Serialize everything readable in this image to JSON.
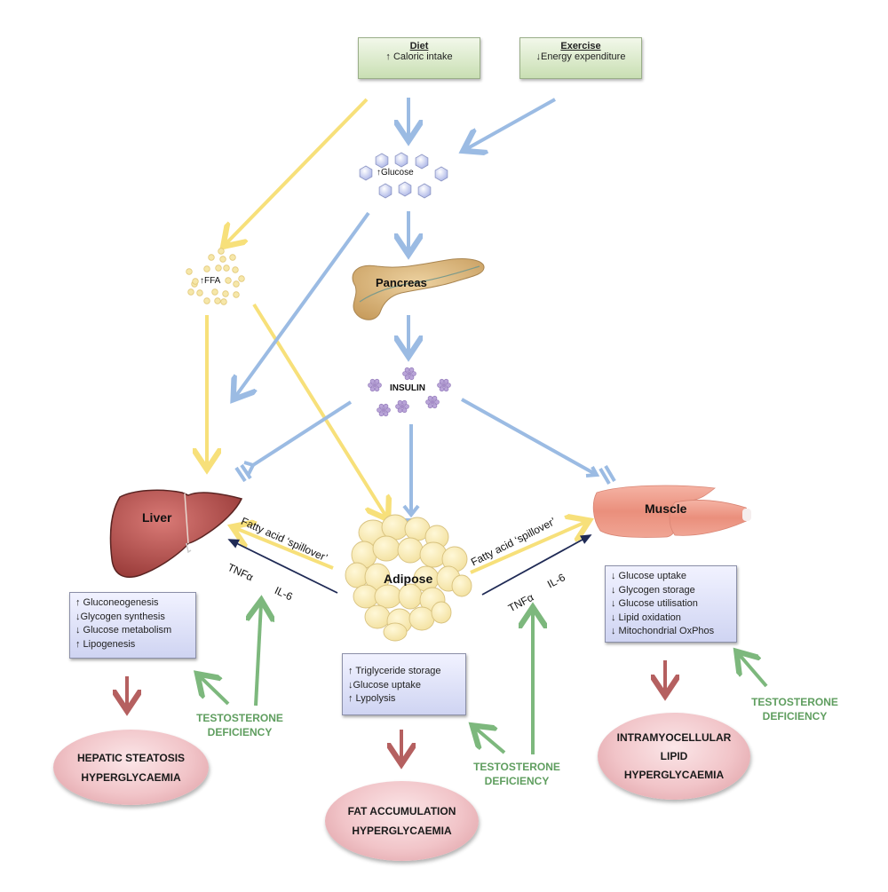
{
  "inputs": {
    "diet": {
      "title": "Diet",
      "text": "↑ Caloric intake"
    },
    "exercise": {
      "title": "Exercise",
      "text": "↓Energy expenditure"
    }
  },
  "molecules": {
    "glucose": "↑Glucose",
    "ffa": "↑FFA",
    "insulin": "INSULIN"
  },
  "organs": {
    "pancreas": "Pancreas",
    "liver": "Liver",
    "adipose": "Adipose",
    "muscle": "Muscle"
  },
  "flows": {
    "spillover_left": "Fatty acid ‘spillover’",
    "spillover_right": "Fatty acid ‘spillover’",
    "tnfa_left": "TNFα",
    "il6_left": "IL-6",
    "tnfa_right": "TNFα",
    "il6_right": "IL-6"
  },
  "effects": {
    "liver": [
      "↑ Gluconeogenesis",
      "↓Glycogen synthesis",
      "↓ Glucose metabolism",
      "↑ Lipogenesis"
    ],
    "adipose": [
      "↑ Triglyceride storage",
      "↓Glucose uptake",
      "↑ Lypolysis"
    ],
    "muscle": [
      "↓ Glucose uptake",
      "↓ Glycogen storage",
      "↓ Glucose utilisation",
      "↓ Lipid oxidation",
      "↓ Mitochondrial OxPhos"
    ]
  },
  "testosterone": {
    "liver": [
      "TESTOSTERONE",
      "DEFICIENCY"
    ],
    "adipose": [
      "TESTOSTERONE",
      "DEFICIENCY"
    ],
    "muscle": [
      "TESTOSTERONE",
      "DEFICIENCY"
    ]
  },
  "outcomes": {
    "liver": [
      "HEPATIC STEATOSIS",
      "HYPERGLYCAEMIA"
    ],
    "adipose": [
      "FAT ACCUMULATION",
      "HYPERGLYCAEMIA"
    ],
    "muscle": [
      "INTRAMYOCELLULAR",
      "LIPID",
      "HYPERGLYCAEMIA"
    ]
  },
  "colors": {
    "fatty_acid_arrow": "#f7e07a",
    "glucose_insulin_arrow": "#9bbbe3",
    "cytokine_arrow": "#1f2a55",
    "testosterone_arrow": "#7db87d",
    "outcome_arrow": "#b56060"
  }
}
